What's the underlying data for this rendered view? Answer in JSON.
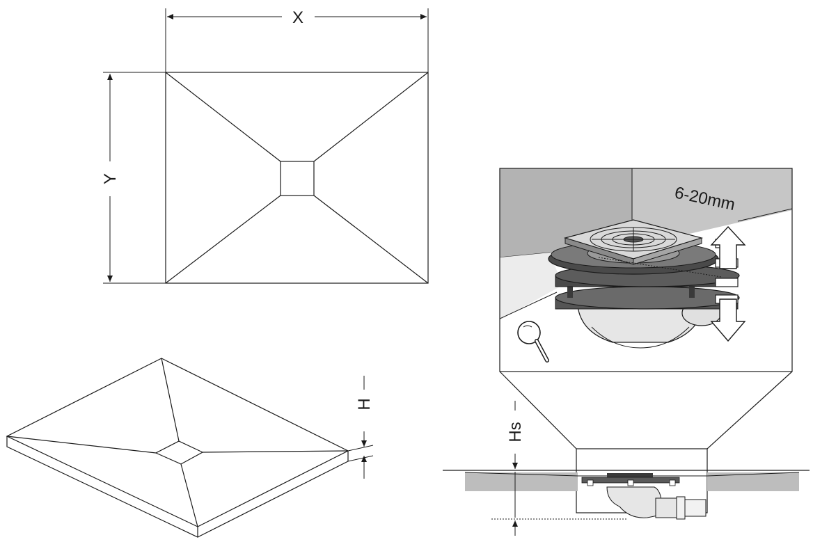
{
  "labels": {
    "x": "X",
    "y": "Y",
    "h": "H",
    "hs": "Hs",
    "range": "6-20mm"
  },
  "icons": {
    "magnifier": "magnifier-icon",
    "arrow_up": "arrow-up-icon",
    "arrow_down": "arrow-down-icon"
  },
  "colors": {
    "line": "#1a1a1a",
    "wall_gray": "#b3b3b3",
    "floor_gray": "#d6d6d6",
    "slab_gray": "#bdbdbd",
    "dark_ring": "#4a4a4a"
  }
}
